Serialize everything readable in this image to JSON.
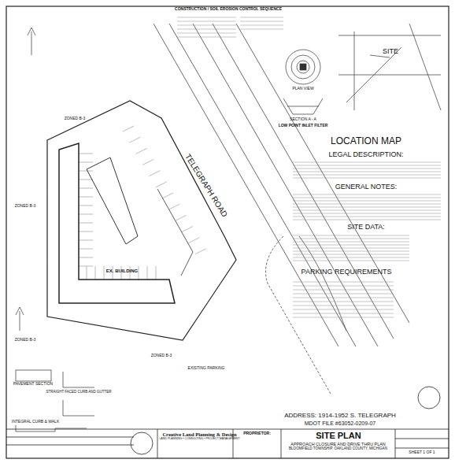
{
  "diagram": {
    "title": "SITE PLAN",
    "nodes": [
      {
        "text": [
          "EX. BUILDING"
        ]
      },
      {
        "text": [
          "Creative Land Planning & Design",
          "LAND PLANNING • CONSULTING • PROJECT MANAGEMENT"
        ]
      },
      {
        "text": [
          "PROPRIETOR:"
        ]
      },
      {
        "text": [
          "APPROACH CLOSURE AND DRIVE THRU PLAN",
          "BLOOMFIELD TOWNSHIP, OAKLAND COUNTY, MICHIGAN"
        ]
      }
    ],
    "labels": [
      "CONSTRUCTION / SOIL EROSION CONTROL SEQUENCE",
      "TELEGRAPH ROAD",
      "ZONED B-3",
      "ZONED B-3",
      "ZONED B-3",
      "ZONED B-3",
      "LOCATION MAP",
      "LEGAL DESCRIPTION:",
      "GENERAL NOTES:",
      "SITE DATA:",
      "PARKING REQUIREMENTS",
      "SITE",
      "PLAN VIEW",
      "SECTION A - A",
      "LOW POINT INLET FILTER",
      "ADDRESS: 1914-1952 S. TELEGRAPH",
      "MDOT FILE #63052-0209-07",
      "EXISTING PARKING",
      "PAVEMENT SECTION",
      "STRAIGHT FACED CURB AND GUTTER",
      "INTEGRAL CURB & WALK",
      "SHEET 1 OF 1"
    ]
  }
}
